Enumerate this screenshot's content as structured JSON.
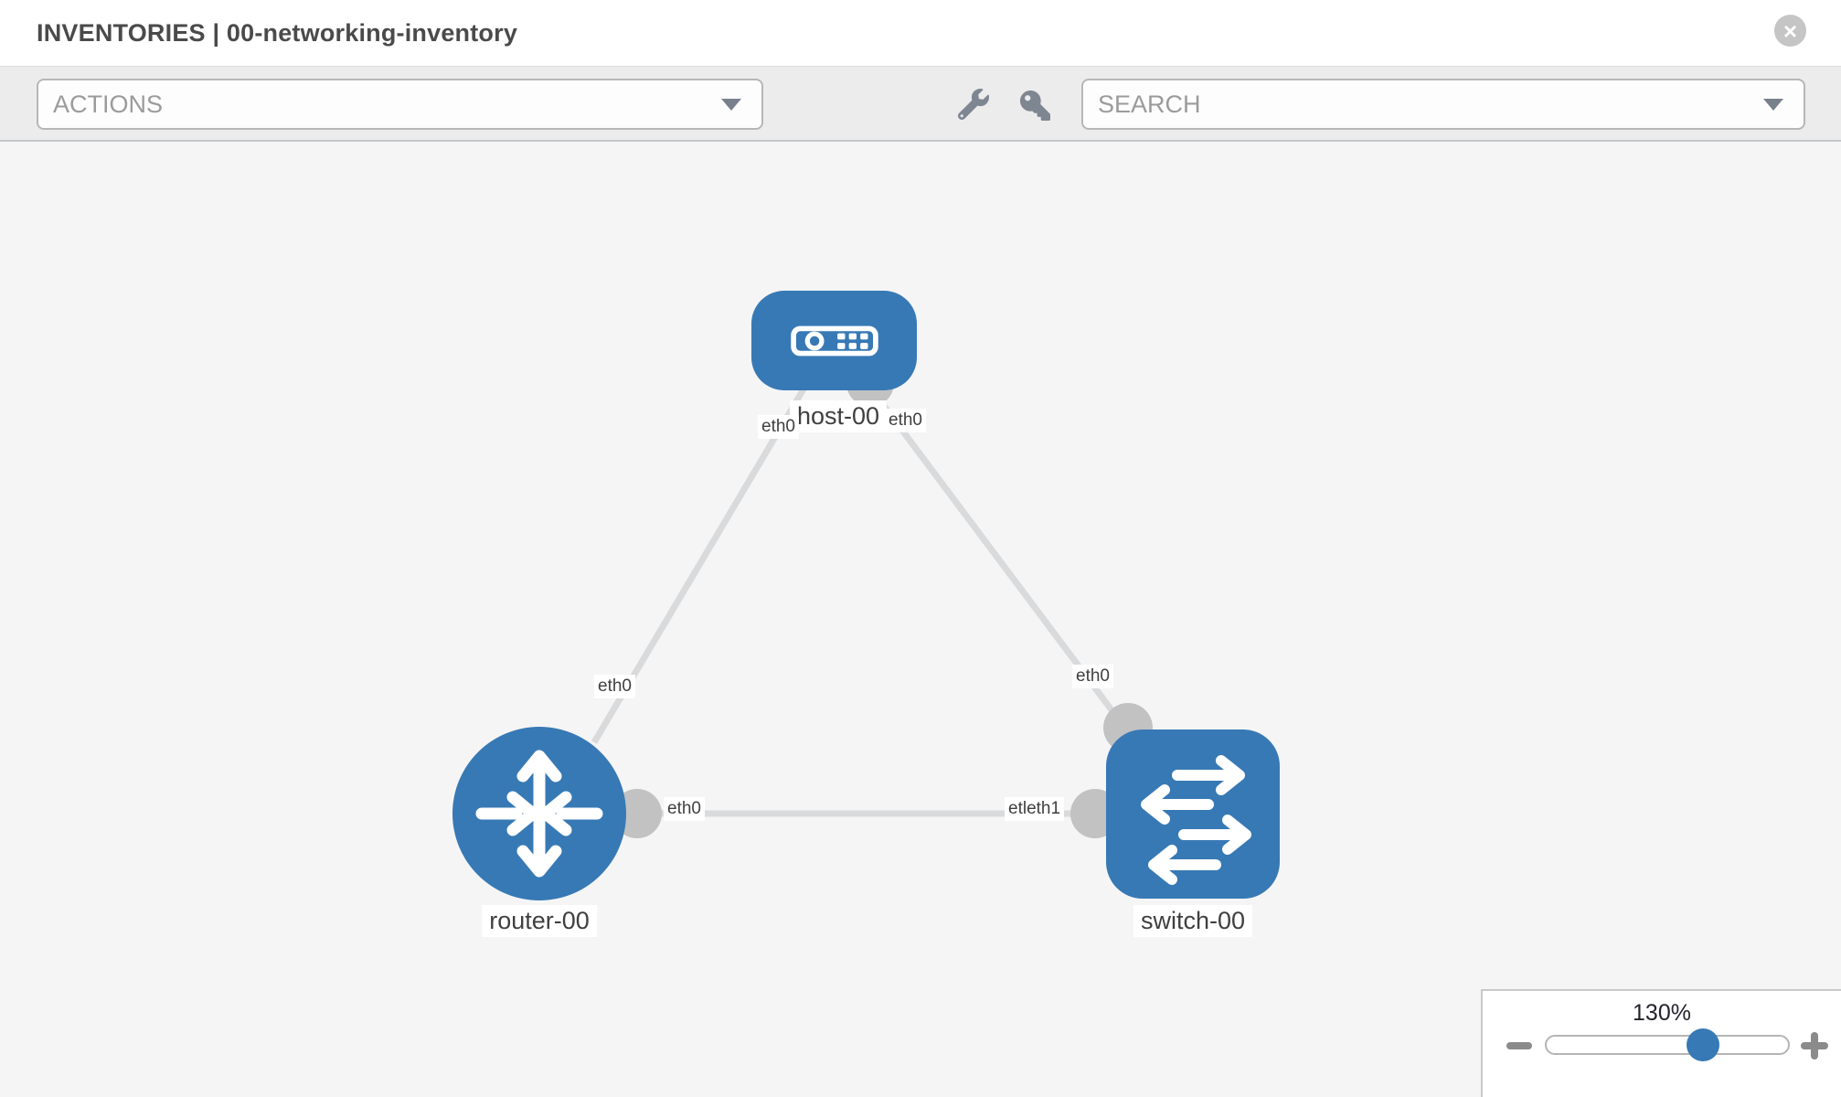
{
  "header": {
    "title": "INVENTORIES | 00-networking-inventory",
    "close_glyph": "×"
  },
  "toolbar": {
    "actions": {
      "value": "ACTIONS"
    },
    "search": {
      "value": "SEARCH"
    },
    "icons": [
      "wrench-icon",
      "key-icon"
    ]
  },
  "topology": {
    "nodes": [
      {
        "id": "host-00",
        "type": "host",
        "label": "host-00"
      },
      {
        "id": "router-00",
        "type": "router",
        "label": "router-00"
      },
      {
        "id": "switch-00",
        "type": "switch",
        "label": "switch-00"
      }
    ],
    "links": [
      {
        "from": "host-00",
        "to": "router-00"
      },
      {
        "from": "host-00",
        "to": "switch-00"
      },
      {
        "from": "router-00",
        "to": "switch-00"
      }
    ],
    "interfaces": [
      {
        "label": "eth0",
        "position": "host-left"
      },
      {
        "label": "eth0",
        "position": "host-right"
      },
      {
        "label": "eth0",
        "position": "router-top"
      },
      {
        "label": "eth0",
        "position": "switch-top"
      },
      {
        "label": "eth0",
        "position": "router-right"
      },
      {
        "label": "etleth1",
        "position": "switch-left"
      }
    ]
  },
  "zoom_control": {
    "level": "130%"
  },
  "colors": {
    "node_blue": "#3779b5",
    "link_gray": "#d9dadb",
    "port_gray": "#c2c2c2",
    "toolbar_bg": "#ececec",
    "canvas_bg": "#f5f5f6",
    "icon_gray": "#7e8691"
  }
}
